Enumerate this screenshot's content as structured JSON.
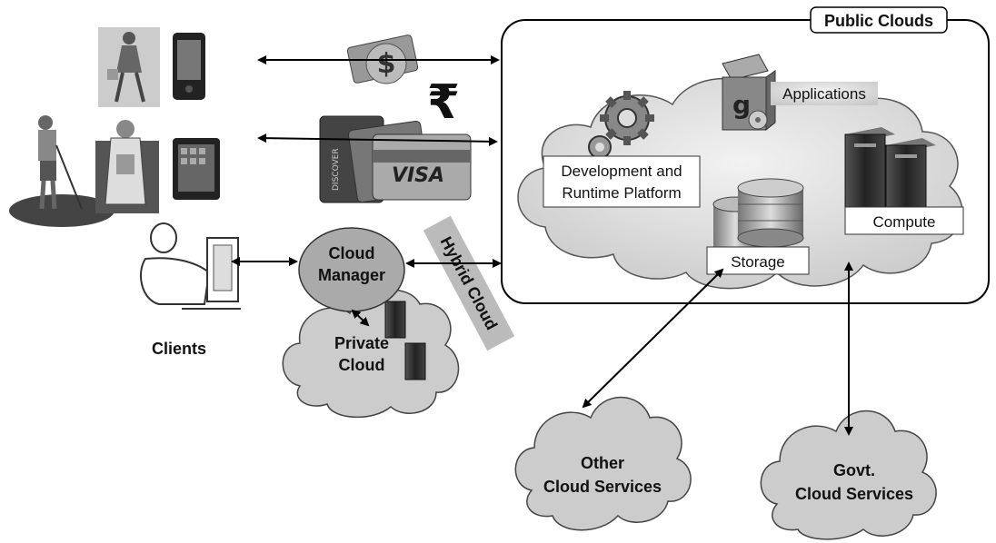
{
  "public_clouds": {
    "title": "Public Clouds",
    "applications": "Applications",
    "dev_platform_line1": "Development and",
    "dev_platform_line2": "Runtime Platform",
    "compute": "Compute",
    "storage": "Storage"
  },
  "hybrid_cloud": "Hybrid Cloud",
  "cloud_manager_line1": "Cloud",
  "cloud_manager_line2": "Manager",
  "private_cloud_line1": "Private",
  "private_cloud_line2": "Cloud",
  "clients": "Clients",
  "other_services_line1": "Other",
  "other_services_line2": "Cloud Services",
  "govt_services_line1": "Govt.",
  "govt_services_line2": "Cloud Services",
  "payment": {
    "rupee_symbol": "₹",
    "dollar_symbol": "$",
    "visa": "VISA",
    "discover": "DISCOVER"
  },
  "icons": [
    "woman-walking-icon",
    "phone-icon",
    "golfer-icon",
    "doctor-icon",
    "tablet-icon",
    "desktop-user-icon",
    "money-icon",
    "credit-cards-icon",
    "gears-icon",
    "software-box-icon",
    "server-icon",
    "database-icon"
  ]
}
